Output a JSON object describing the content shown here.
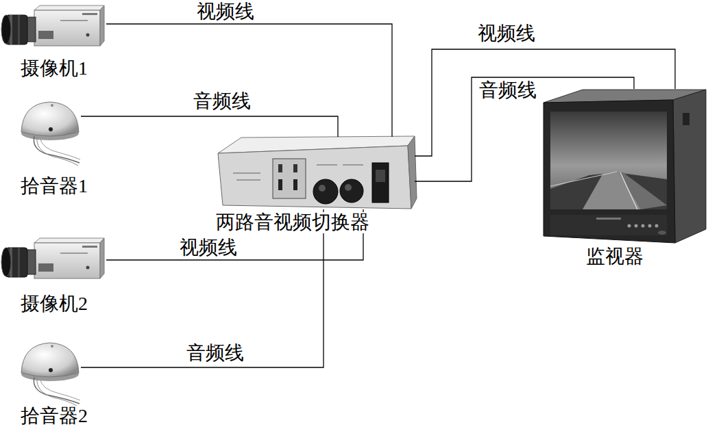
{
  "diagram": {
    "nodes": [
      {
        "text": [
          "摄像机1"
        ]
      },
      {
        "text": [
          "拾音器1"
        ]
      },
      {
        "text": [
          "摄像机2"
        ]
      },
      {
        "text": [
          "拾音器2"
        ]
      },
      {
        "text": [
          "两路音视频切换器"
        ]
      },
      {
        "text": [
          "监视器"
        ]
      }
    ],
    "edges": [
      {
        "from": 0,
        "to": 4,
        "arrow": "none",
        "label": "视频线"
      },
      {
        "from": 1,
        "to": 4,
        "arrow": "none",
        "label": "音频线"
      },
      {
        "from": 2,
        "to": 4,
        "arrow": "none",
        "label": "视频线"
      },
      {
        "from": 3,
        "to": 4,
        "arrow": "none",
        "label": "音频线"
      },
      {
        "from": 4,
        "to": 5,
        "arrow": "none",
        "label": "视频线"
      },
      {
        "from": 4,
        "to": 5,
        "arrow": "none",
        "label": "音频线"
      }
    ]
  }
}
